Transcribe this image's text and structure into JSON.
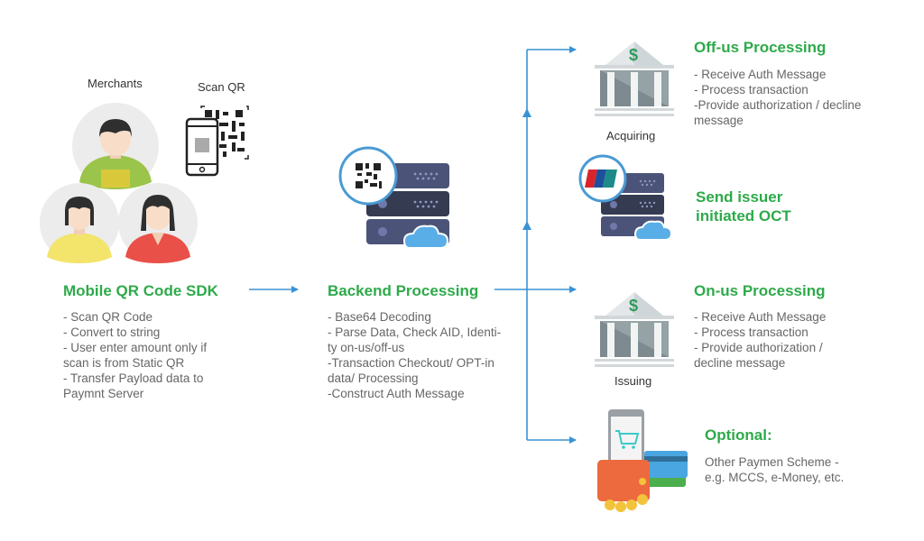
{
  "colors": {
    "title_green": "#2eaa4a",
    "connector_blue": "#3a93d4",
    "body_text": "#666666"
  },
  "merchants": {
    "label": "Merchants",
    "scan_label": "Scan QR"
  },
  "sdk": {
    "title": "Mobile QR Code SDK",
    "lines": [
      "- Scan QR Code",
      "- Convert to string",
      "- User enter amount only if",
      "scan is from Static QR",
      "- Transfer Payload data to",
      "Paymnt Server"
    ]
  },
  "backend": {
    "title": "Backend Processing",
    "lines": [
      "- Base64 Decoding",
      "- Parse Data, Check AID, Identi-",
      "ty on-us/off-us",
      "-Transaction Checkout/ OPT-in",
      "data/ Processing",
      "-Construct Auth Message"
    ]
  },
  "offus": {
    "icon_caption": "Acquiring",
    "title": "Off-us Processing",
    "lines": [
      "- Receive Auth Message",
      "- Process transaction",
      "-Provide authorization / decline",
      "message"
    ]
  },
  "oct": {
    "title_lines": [
      "Send issuer",
      "initiated OCT"
    ]
  },
  "onus": {
    "icon_caption": "Issuing",
    "title": "On-us Processing",
    "lines": [
      "- Receive Auth Message",
      "- Process transaction",
      "- Provide authorization /",
      "decline message"
    ]
  },
  "optional": {
    "title": "Optional:",
    "lines": [
      "Other Paymen Scheme -",
      "e.g. MCCS, e-Money, etc."
    ]
  }
}
